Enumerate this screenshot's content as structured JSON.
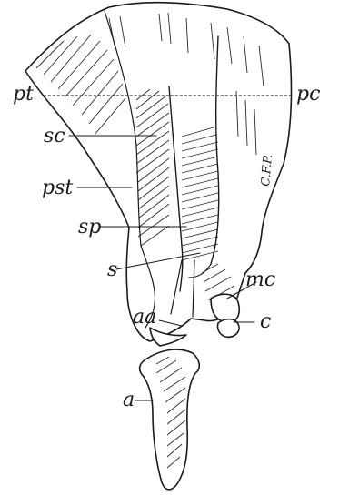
{
  "figure": {
    "labels": {
      "pt": "pt",
      "pc": "pc",
      "sc": "sc",
      "pst": "pst",
      "sp": "sp",
      "s": "s",
      "mc": "mc",
      "aa": "aa",
      "c": "c",
      "a": "a"
    },
    "signature": "C.F.P."
  }
}
